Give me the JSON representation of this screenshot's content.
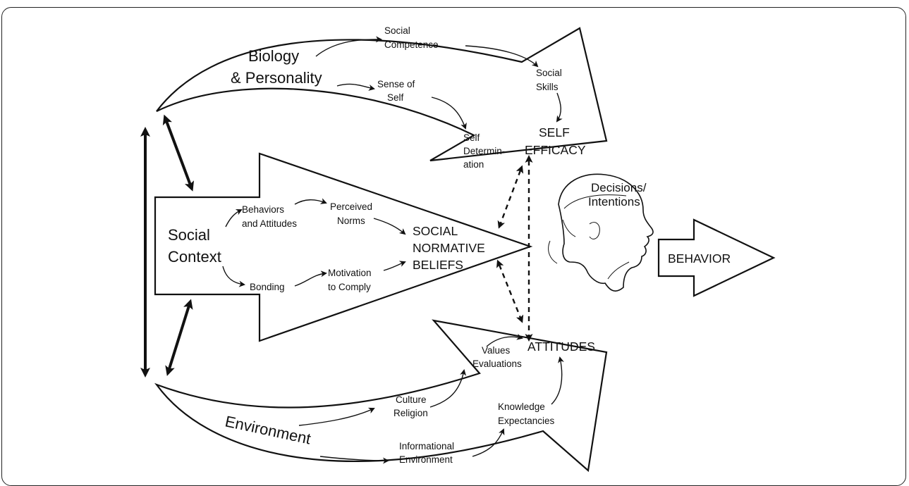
{
  "domains": {
    "biology": [
      "Biology",
      "& Personality"
    ],
    "social": [
      "Social",
      "Context"
    ],
    "environment": "Environment"
  },
  "nodes": {
    "social_competence": [
      "Social",
      "Competence"
    ],
    "social_skills": [
      "Social",
      "Skills"
    ],
    "sense_of_self": [
      "Sense of",
      "Self"
    ],
    "self_determination": [
      "Self",
      "Determin-",
      "ation"
    ],
    "self_efficacy": [
      "SELF",
      "EFFICACY"
    ],
    "behaviors_attitudes": [
      "Behaviors",
      "and Attitudes"
    ],
    "perceived_norms": [
      "Perceived",
      "Norms"
    ],
    "bonding": "Bonding",
    "motivation": [
      "Motivation",
      "to Comply"
    ],
    "social_normative": [
      "SOCIAL",
      "NORMATIVE",
      "BELIEFS"
    ],
    "values": [
      "Values",
      "Evaluations"
    ],
    "attitudes": "ATTITUDES",
    "culture": [
      "Culture",
      "Religion"
    ],
    "knowledge": [
      "Knowledge",
      "Expectancies"
    ],
    "informational": [
      "Informational",
      "Environment"
    ],
    "decisions": [
      "Decisions/",
      "Intentions"
    ],
    "behavior": "BEHAVIOR"
  }
}
